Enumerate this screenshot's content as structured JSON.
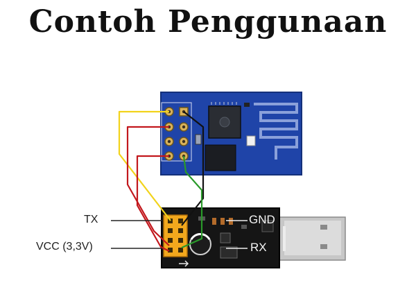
{
  "title": "Contoh Penggunaan",
  "labels": {
    "tx": "TX",
    "vcc": "VCC (3,3V)",
    "gnd": "GND",
    "rx": "RX"
  },
  "colors": {
    "esp_board": "#1f44a8",
    "adapter_board": "#151515",
    "header_yellow": "#f2a81d",
    "usb_metal": "#c7c7c7",
    "wire_yellow": "#f2d31b",
    "wire_red": "#c2171c",
    "wire_black": "#111111",
    "wire_green": "#2a9a2a"
  },
  "icons": [
    "wifi-antenna-trace",
    "usb-plug"
  ]
}
